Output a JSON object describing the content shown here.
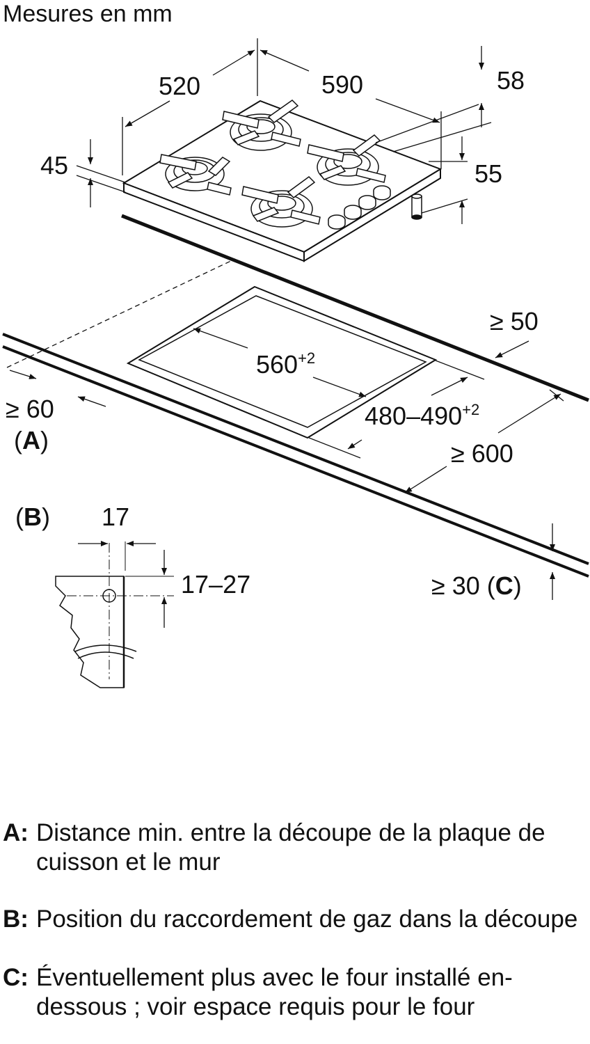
{
  "title": "Mesures en mm",
  "dimensions": {
    "d520": "520",
    "d590": "590",
    "d58": "58",
    "d45": "45",
    "d55": "55",
    "d560": "560",
    "d560_sup": "+2",
    "d480_490": "480–490",
    "d480_490_sup": "+2",
    "min50": "≥ 50",
    "min60": "≥ 60",
    "min600": "≥ 600",
    "min30_prefix": "≥ 30 (",
    "min30_key": "C",
    "min30_suffix": ")",
    "d17": "17",
    "d17_27": "17–27"
  },
  "markers": {
    "a_open": "(",
    "a_key": "A",
    "a_close": ")",
    "b_open": "(",
    "b_key": "B",
    "b_close": ")"
  },
  "legend": [
    {
      "key": "A:",
      "text": "Distance min. entre la découpe de la plaque de cuisson et le mur"
    },
    {
      "key": "B:",
      "text": "Position du raccordement de gaz dans la découpe"
    },
    {
      "key": "C:",
      "text": "Éventuellement plus avec le four installé en-dessous ; voir espace requis pour le four"
    }
  ]
}
